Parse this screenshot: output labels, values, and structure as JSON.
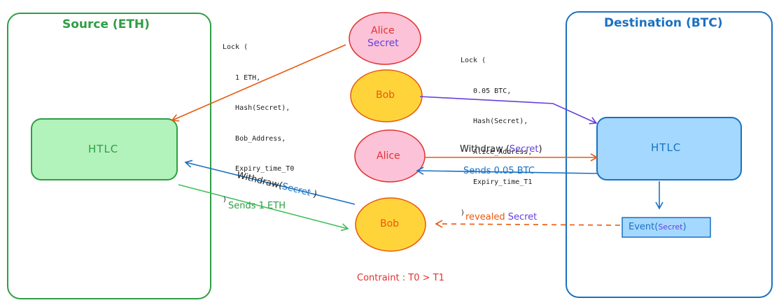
{
  "panels": {
    "source": {
      "title": "Source (ETH)",
      "color": "#2f9e44"
    },
    "destination": {
      "title": "Destination (BTC)",
      "color": "#1971c2"
    }
  },
  "htlc": {
    "source_label": "HTLC",
    "destination_label": "HTLC",
    "source_fill": "#b2f2bb",
    "destination_fill": "#a5d8ff"
  },
  "participants": {
    "alice_1": {
      "name": "Alice",
      "extra": "Secret",
      "fill": "#fcc2d7",
      "stroke": "#e03131"
    },
    "bob_1": {
      "name": "Bob",
      "fill": "#ffd43b",
      "stroke": "#e8590c"
    },
    "alice_2": {
      "name": "Alice",
      "fill": "#fcc2d7",
      "stroke": "#e03131"
    },
    "bob_2": {
      "name": "Bob",
      "fill": "#ffd43b",
      "stroke": "#e8590c"
    }
  },
  "lock_eth": {
    "lines": [
      "Lock (",
      "   1 ETH,",
      "   Hash(Secret),",
      "   Bob_Address,",
      "   Expiry_time_T0",
      ")"
    ]
  },
  "lock_btc": {
    "lines": [
      "Lock (",
      "   0.05 BTC,",
      "   Hash(Secret),",
      "   Alice_Address,",
      "   Expiry_time_T1",
      ")"
    ]
  },
  "edges": {
    "withdraw_btc": {
      "prefix": "Withdraw (",
      "secret": "Secret",
      "suffix": ")"
    },
    "sends_btc": "Sends 0.05 BTC",
    "withdraw_eth": {
      "prefix": "Withdraw(",
      "secret": "Secret",
      "suffix": " )"
    },
    "sends_eth": "Sends 1 ETH",
    "revealed": {
      "prefix": "revealed ",
      "secret": "Secret"
    }
  },
  "event": {
    "prefix": "Event(",
    "secret": "Secret",
    "suffix": ")"
  },
  "constraint": "Contraint : T0 > T1",
  "colors": {
    "orange": "#e8590c",
    "purple": "#6741d9",
    "blue": "#1971c2",
    "green": "#40c057",
    "red": "#e03131",
    "ink": "#1e1e1e"
  }
}
